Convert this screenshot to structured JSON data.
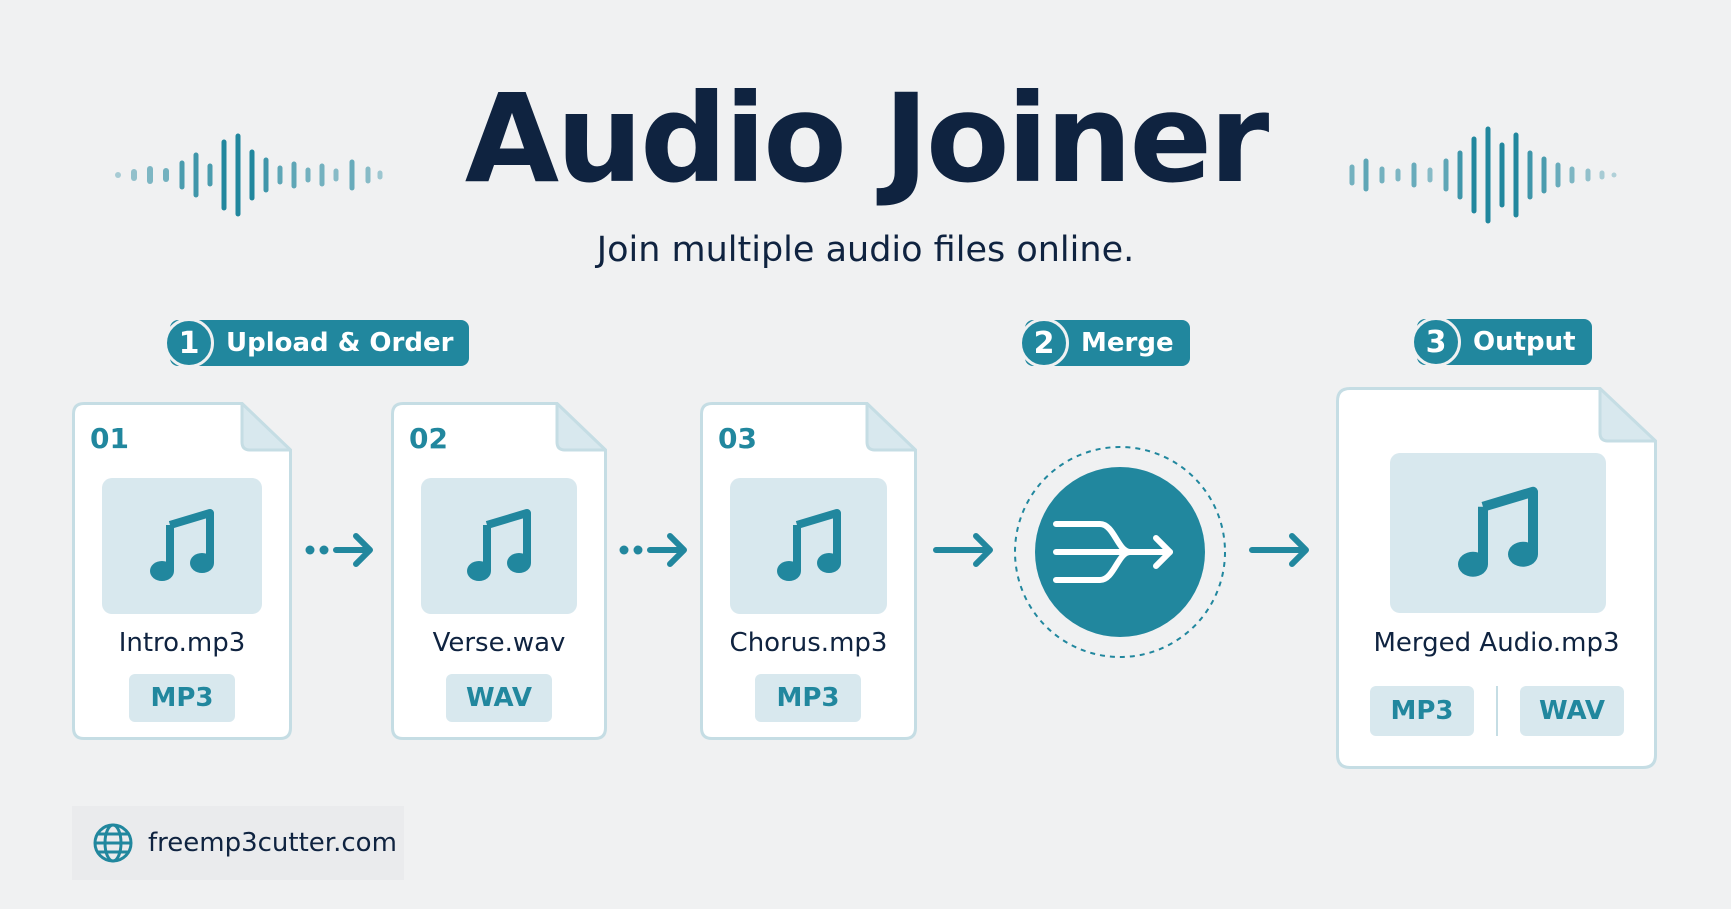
{
  "header": {
    "title": "Audio Joiner",
    "subtitle": "Join multiple audio files online."
  },
  "steps": [
    {
      "number": "1",
      "label": "Upload & Order"
    },
    {
      "number": "2",
      "label": "Merge"
    },
    {
      "number": "3",
      "label": "Output"
    }
  ],
  "inputs": [
    {
      "index": "01",
      "filename": "Intro.mp3",
      "format": "MP3"
    },
    {
      "index": "02",
      "filename": "Verse.wav",
      "format": "WAV"
    },
    {
      "index": "03",
      "filename": "Chorus.mp3",
      "format": "MP3"
    }
  ],
  "output": {
    "filename": "Merged Audio.mp3",
    "formats": [
      "MP3",
      "WAV"
    ]
  },
  "footer": {
    "site": "freemp3cutter.com"
  },
  "icons": {
    "file": "music-note-icon",
    "merge": "merge-arrows-icon",
    "site": "globe-icon"
  },
  "colors": {
    "accent": "#21879e",
    "title": "#0f2340",
    "background": "#f0f1f2",
    "tag_bg": "#d8e8ee"
  }
}
